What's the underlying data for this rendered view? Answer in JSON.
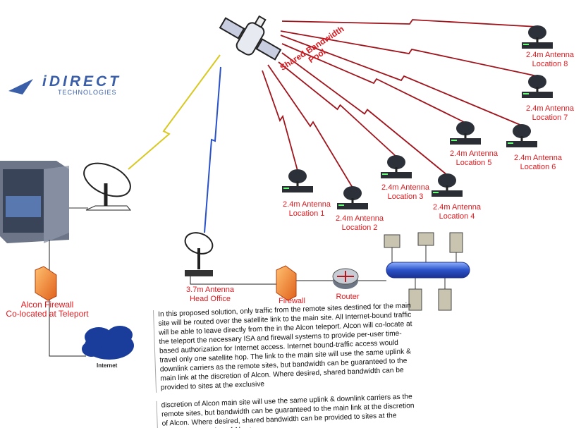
{
  "logo": {
    "brand": "iDIRECT",
    "sub": "TECHNOLOGIES"
  },
  "pool_label": {
    "line1": "Shared Bandwidth",
    "line2": "Pool"
  },
  "teleport": {
    "firewall_line1": "Alcon Firewall",
    "firewall_line2": "Co-located at Teleport",
    "internet": "Internet"
  },
  "head_office": {
    "antenna_line1": "3.7m Antenna",
    "antenna_line2": "Head Office",
    "firewall": "Firewall",
    "router": "Router"
  },
  "remotes": [
    {
      "l1": "2.4m Antenna",
      "l2": "Location 1"
    },
    {
      "l1": "2.4m Antenna",
      "l2": "Location 2"
    },
    {
      "l1": "2.4m Antenna",
      "l2": "Location 3"
    },
    {
      "l1": "2.4m Antenna",
      "l2": "Location 4"
    },
    {
      "l1": "2.4m Antenna",
      "l2": "Location 5"
    },
    {
      "l1": "2.4m Antenna",
      "l2": "Location 6"
    },
    {
      "l1": "2.4m Antenna",
      "l2": "Location 7"
    },
    {
      "l1": "2.4m Antenna",
      "l2": "Location 8"
    }
  ],
  "note": {
    "p1": "In this proposed solution, only traffic from the remote sites destined for the main site will be routed over the satellite link to the main site. All Internet-bound traffic will be able to leave directly from the in the Alcon teleport. Alcon will co-locate at the teleport the necessary ISA and firewall systems to provide per-user time-based authorization for Internet access. Internet bound-traffic access would travel only one satellite hop. The link to the main site will use the same uplink & downlink carriers as the remote sites, but bandwidth can be guaranteed to the main link at the discretion of Alcon. Where desired, shared bandwidth can be provided to sites at the exclusive",
    "p2": "discretion of Alcon main site will use the same uplink & downlink carriers as the remote sites, but bandwidth can be guaranteed to the main link at the discretion of Alcon. Where desired, shared bandwidth can be provided to sites at the exclusive discretion of Alcon."
  },
  "colors": {
    "label": "#e0191e",
    "link": "#a0141c",
    "brand": "#3a5ea8",
    "bus": "#2a52c8"
  }
}
